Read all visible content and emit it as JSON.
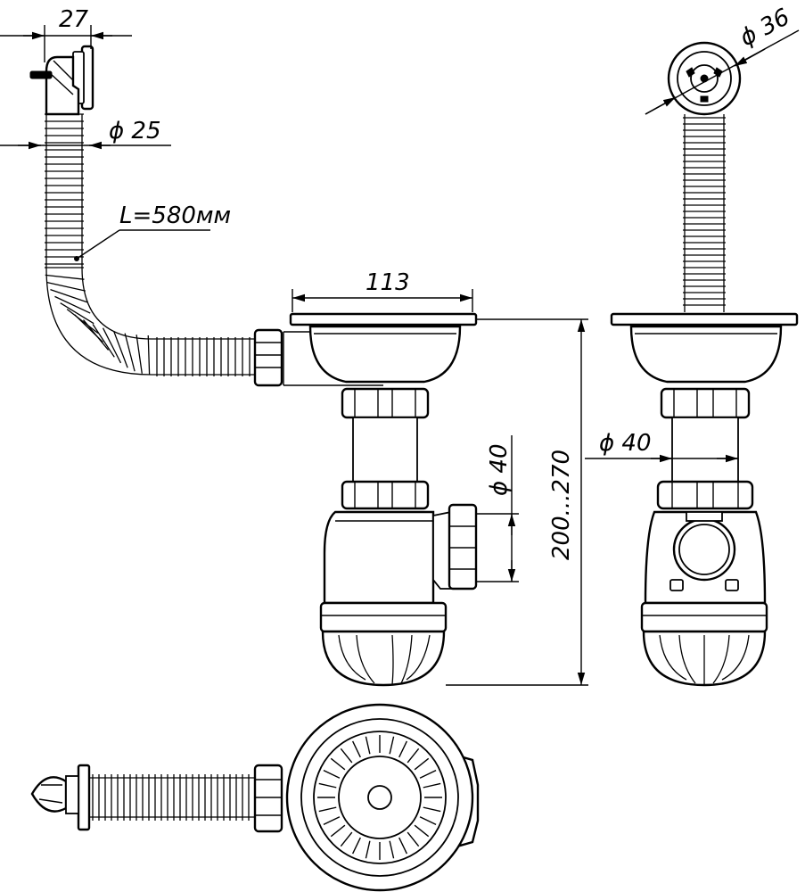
{
  "dimensions": {
    "overflow_width": "27",
    "hose_diameter": "ϕ 25",
    "hose_length": "L=580мм",
    "strainer_width": "113",
    "overflow_diameter": "ϕ 36",
    "height_range": "200...270",
    "outlet_diameter_side": "ϕ 40",
    "outlet_diameter_front": "ϕ 40"
  }
}
